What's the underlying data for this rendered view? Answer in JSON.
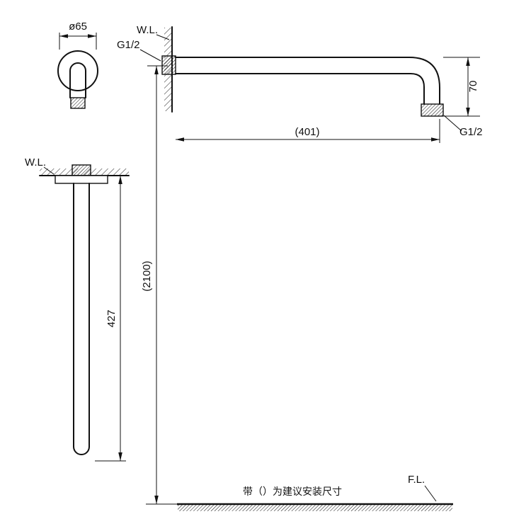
{
  "drawing": {
    "front_view": {
      "diameter_label": "ø65"
    },
    "side_view": {
      "wall_line_label": "W.L.",
      "thread_label_wall": "G1/2",
      "length_label": "(401)",
      "drop_label": "70",
      "thread_label_outlet": "G1/2"
    },
    "ceiling_view": {
      "wall_line_label": "W.L.",
      "length_label": "427"
    },
    "overall": {
      "height_label": "(2100)",
      "floor_line_label": "F.L.",
      "note": "带（）为建议安装尺寸"
    },
    "colors": {
      "line": "#111111",
      "background": "#ffffff"
    }
  }
}
